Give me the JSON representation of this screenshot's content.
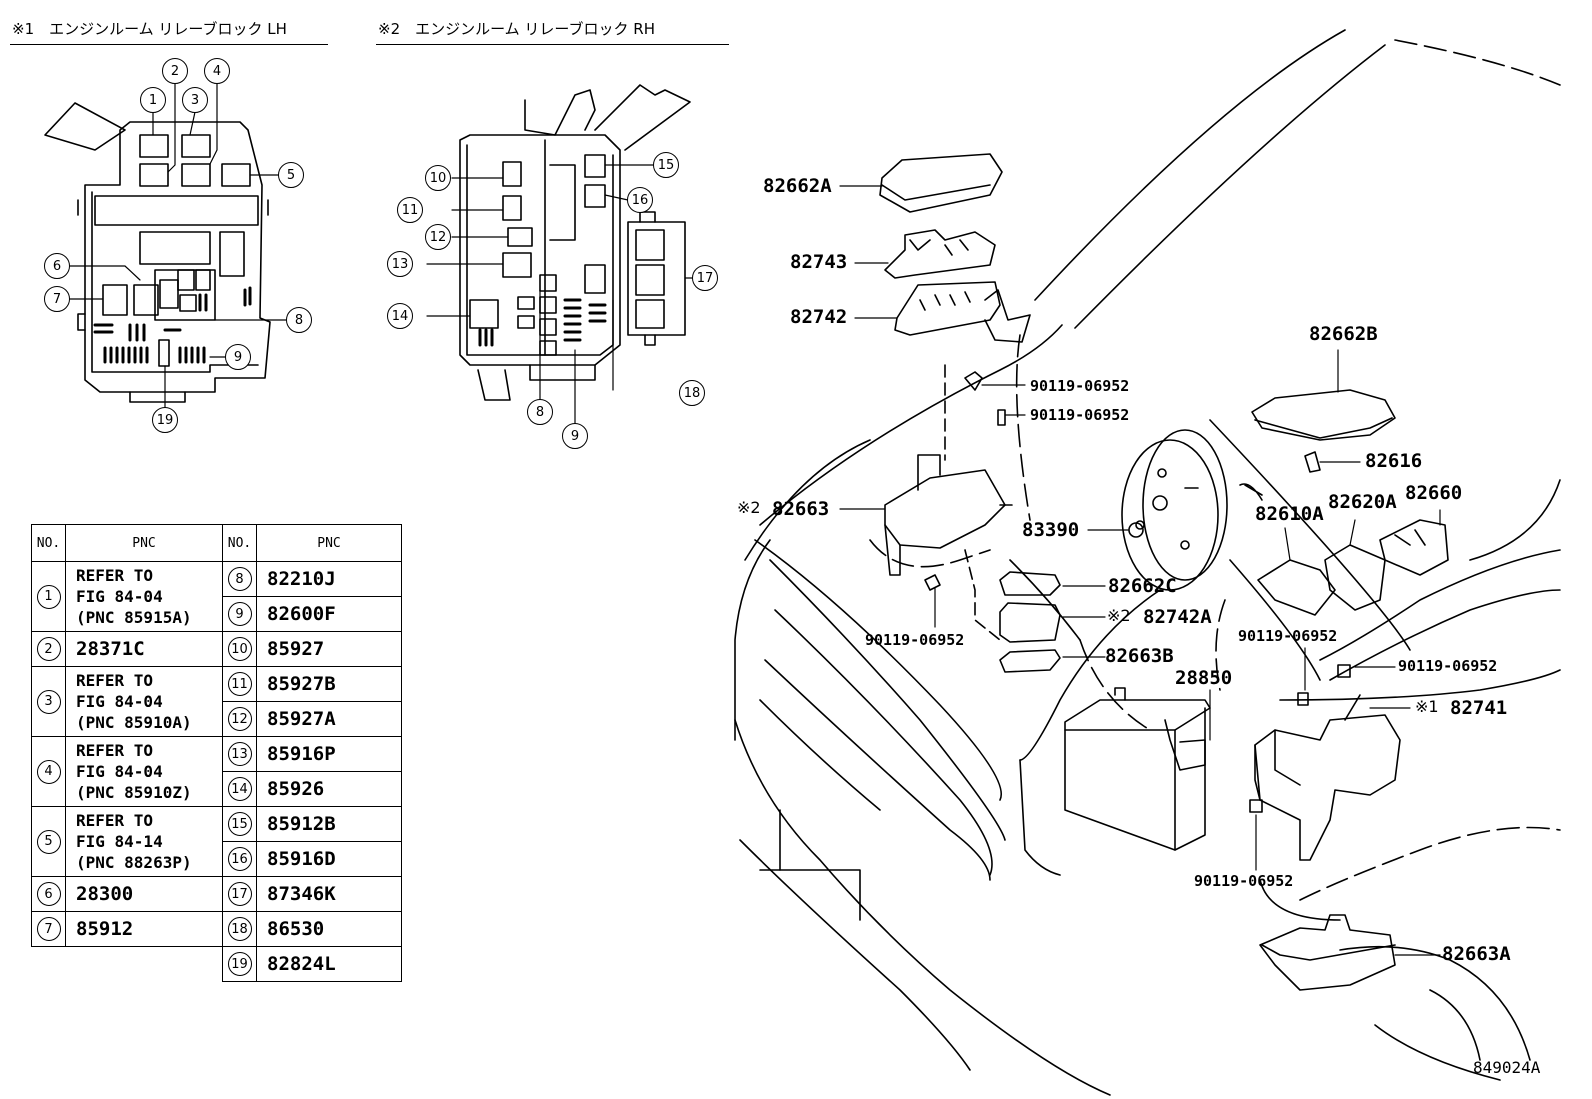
{
  "headers": {
    "lh": "※1　エンジンルーム リレーブロック LH",
    "rh": "※2　エンジンルーム リレーブロック RH"
  },
  "callouts_lh": [
    "1",
    "2",
    "3",
    "4",
    "5",
    "6",
    "7",
    "8",
    "9",
    "19"
  ],
  "callouts_rh": [
    "10",
    "11",
    "12",
    "13",
    "14",
    "15",
    "16",
    "17",
    "18",
    "8",
    "9"
  ],
  "table": {
    "col_no": "NO.",
    "col_pnc": "PNC",
    "left": [
      {
        "no": "1",
        "lines": [
          "REFER TO",
          "FIG 84-04",
          "(PNC 85915A)"
        ]
      },
      {
        "no": "2",
        "lines": [
          "28371C"
        ]
      },
      {
        "no": "3",
        "lines": [
          "REFER TO",
          "FIG 84-04",
          "(PNC 85910A)"
        ]
      },
      {
        "no": "4",
        "lines": [
          "REFER TO",
          "FIG 84-04",
          "(PNC 85910Z)"
        ]
      },
      {
        "no": "5",
        "lines": [
          "REFER TO",
          "FIG 84-14",
          "(PNC 88263P)"
        ]
      },
      {
        "no": "6",
        "lines": [
          "28300"
        ]
      },
      {
        "no": "7",
        "lines": [
          "85912"
        ]
      }
    ],
    "right": [
      {
        "no": "8",
        "pnc": "82210J"
      },
      {
        "no": "9",
        "pnc": "82600F"
      },
      {
        "no": "10",
        "pnc": "85927"
      },
      {
        "no": "11",
        "pnc": "85927B"
      },
      {
        "no": "12",
        "pnc": "85927A"
      },
      {
        "no": "13",
        "pnc": "85916P"
      },
      {
        "no": "14",
        "pnc": "85926"
      },
      {
        "no": "15",
        "pnc": "85912B"
      },
      {
        "no": "16",
        "pnc": "85916D"
      },
      {
        "no": "17",
        "pnc": "87346K"
      },
      {
        "no": "18",
        "pnc": "86530"
      },
      {
        "no": "19",
        "pnc": "82824L"
      }
    ]
  },
  "parts": {
    "p82662A": "82662A",
    "p82743": "82743",
    "p82742": "82742",
    "p82662B": "82662B",
    "bolt1": "90119-06952",
    "bolt2": "90119-06952",
    "p82616": "82616",
    "p82660": "82660",
    "p82620A": "82620A",
    "p82610A": "82610A",
    "mark_82663": "※2",
    "p82663": "82663",
    "p83390": "83390",
    "p82662C": "82662C",
    "mark_82742A": "※2",
    "p82742A": "82742A",
    "bolt3": "90119-06952",
    "p82663B": "82663B",
    "bolt4": "90119-06952",
    "p28850": "28850",
    "bolt5": "90119-06952",
    "mark_82741": "※1",
    "p82741": "82741",
    "bolt6": "90119-06952",
    "p82663A": "82663A"
  },
  "figure_id": "849024A"
}
